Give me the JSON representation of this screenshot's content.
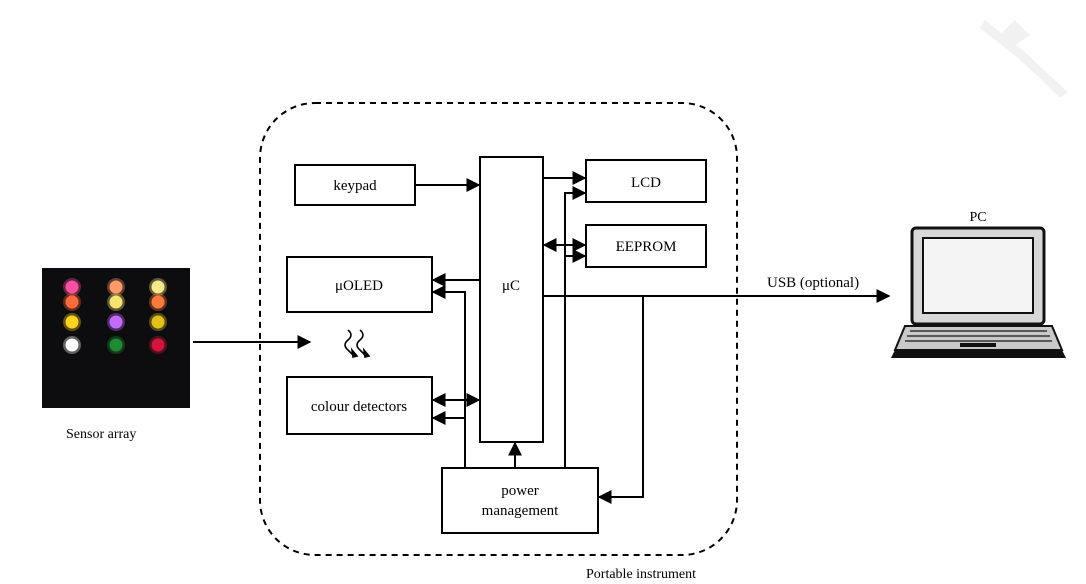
{
  "diagram": {
    "blocks": {
      "keypad": "keypad",
      "uc": "μC",
      "lcd": "LCD",
      "eeprom": "EEPROM",
      "uoled": "μOLED",
      "colour_detectors": "colour detectors",
      "power_line1": "power",
      "power_line2": "management"
    },
    "labels": {
      "instrument": "Portable instrument",
      "sensor_array": "Sensor array",
      "pc": "PC",
      "usb": "USB (optional)"
    },
    "sensor_dots": [
      {
        "color": "#ff4fa3"
      },
      {
        "color": "#ff9c6a"
      },
      {
        "color": "#f6e98a"
      },
      {
        "color": "#ff6a3c"
      },
      {
        "color": "#f7e370"
      },
      {
        "color": "#ff7a3a"
      },
      {
        "color": "#ffd21e"
      },
      {
        "color": "#c46bff"
      },
      {
        "color": "#e2c21a"
      },
      {
        "color": "#ffffff"
      },
      {
        "color": "#1f8a34"
      },
      {
        "color": "#d4143a"
      }
    ]
  }
}
